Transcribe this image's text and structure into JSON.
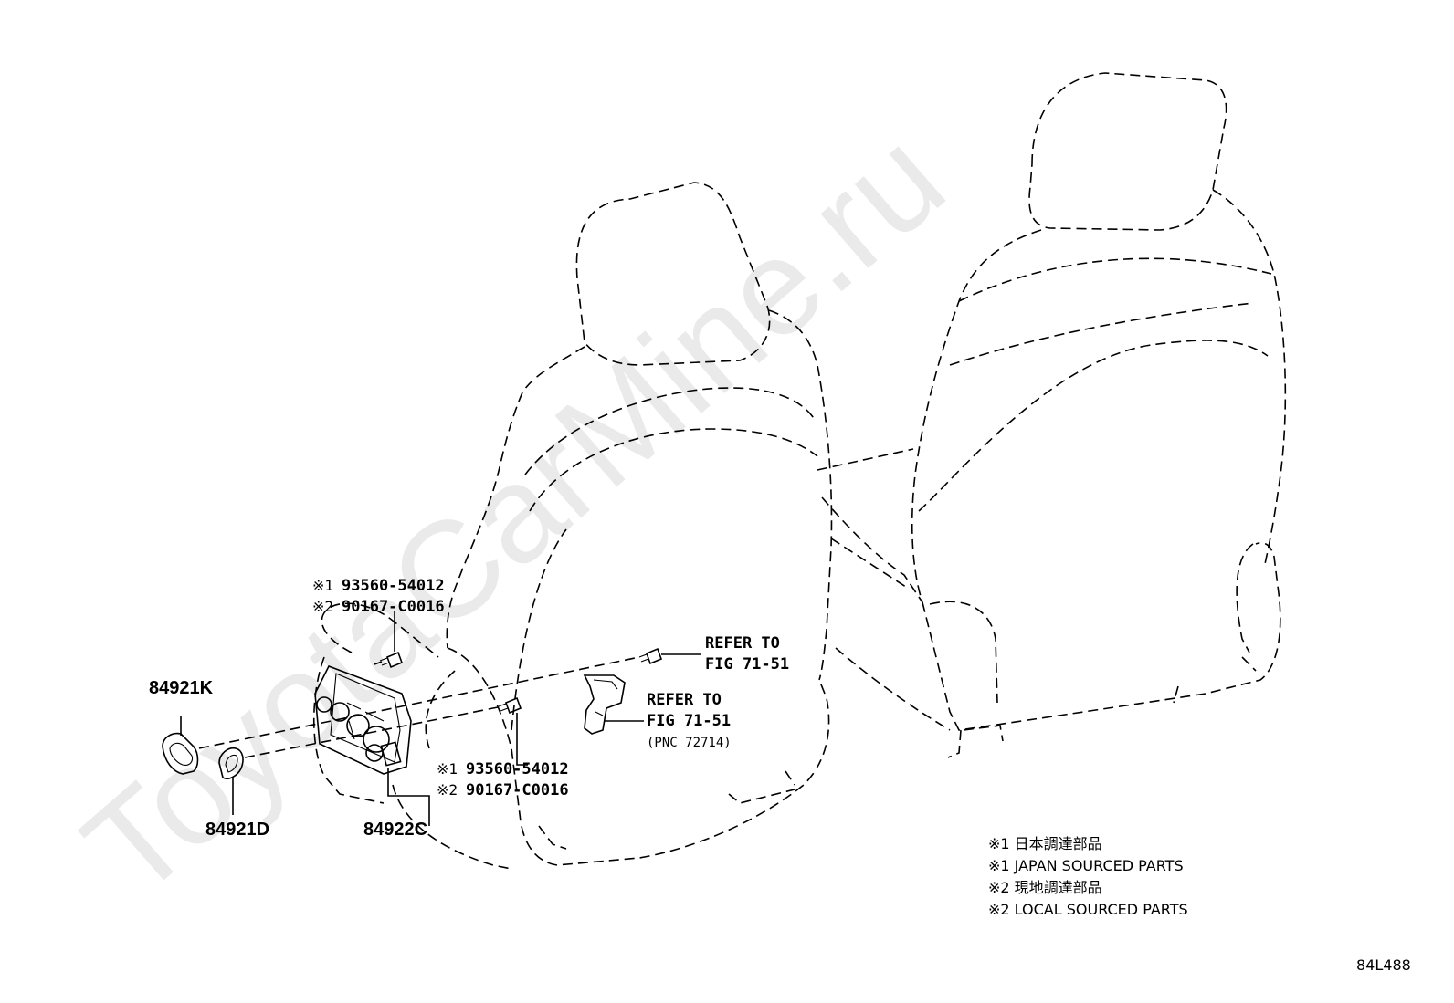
{
  "watermark": "ToyotaCarMine.ru",
  "part_labels": {
    "p84921K": "84921K",
    "p84921D": "84921D",
    "p84922C": "84922C"
  },
  "fasteners": {
    "upper": {
      "line1_mark": "※1",
      "line1_num": "93560-54012",
      "line2_mark": "※2",
      "line2_num": "90167-C0016"
    },
    "lower": {
      "line1_mark": "※1",
      "line1_num": "93560-54012",
      "line2_mark": "※2",
      "line2_num": "90167-C0016"
    }
  },
  "refer_right": {
    "line1": "REFER TO",
    "line2": "FIG 71-51"
  },
  "refer_bracket": {
    "line1": "REFER TO",
    "line2": "FIG 71-51",
    "line3": "(PNC 72714)"
  },
  "legend": [
    "※1 日本調達部品",
    "※1 JAPAN SOURCED PARTS",
    "※2 現地調達部品",
    "※2 LOCAL SOURCED PARTS"
  ],
  "figure_code": "84L488"
}
